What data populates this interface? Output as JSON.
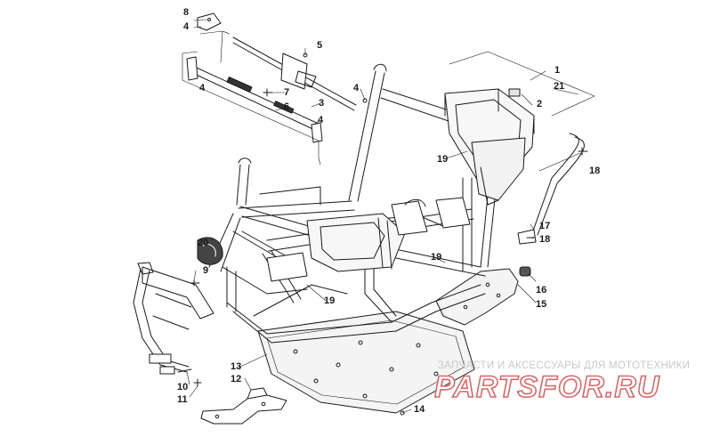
{
  "diagram": {
    "callouts": {
      "c1": "1",
      "c2": "2",
      "c3": "3",
      "c4a": "4",
      "c4b": "4",
      "c4c": "4",
      "c4d": "4",
      "c5": "5",
      "c6": "6",
      "c7": "7",
      "c8": "8",
      "c9": "9",
      "c10": "10",
      "c11": "11",
      "c12": "12",
      "c13": "13",
      "c14": "14",
      "c15": "15",
      "c16": "16",
      "c17": "17",
      "c18a": "18",
      "c18b": "18",
      "c19a": "19",
      "c19b": "19",
      "c19c": "19",
      "c20": "20",
      "c21": "21"
    }
  },
  "watermark": {
    "tagline": "ЗАПЧАСТИ И АКСЕССУАРЫ ДЛЯ МОТОТЕХНИКИ",
    "logo_text": "PARTSFOR.RU",
    "color": "#d46a6a"
  },
  "colors": {
    "line": "#1a1a1a",
    "floor_fill": "#f2f2f2"
  }
}
